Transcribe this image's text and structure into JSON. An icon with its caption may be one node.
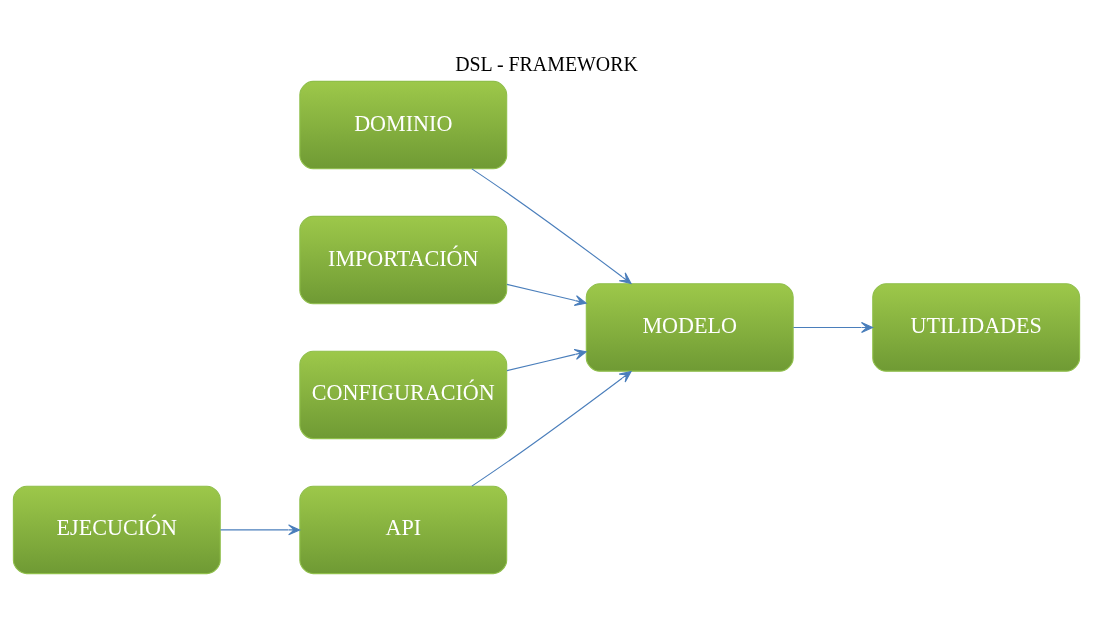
{
  "diagram": {
    "title": "DSL - FRAMEWORK",
    "nodes": [
      {
        "text": [
          "DOMINIO"
        ]
      },
      {
        "text": [
          "IMPORTACIÓN"
        ]
      },
      {
        "text": [
          "MODELO"
        ]
      },
      {
        "text": [
          "UTILIDADES"
        ]
      },
      {
        "text": [
          "CONFIGURACIÓN"
        ]
      },
      {
        "text": [
          "API"
        ]
      },
      {
        "text": [
          "EJECUCIÓN"
        ]
      }
    ],
    "edges": [
      {
        "from": 0,
        "to": 2,
        "arrow": "to"
      },
      {
        "from": 1,
        "to": 2,
        "arrow": "to"
      },
      {
        "from": 4,
        "to": 2,
        "arrow": "to"
      },
      {
        "from": 2,
        "to": 3,
        "arrow": "to"
      },
      {
        "from": 5,
        "to": 2,
        "arrow": "to"
      },
      {
        "from": 6,
        "to": 5,
        "arrow": "to"
      }
    ]
  }
}
